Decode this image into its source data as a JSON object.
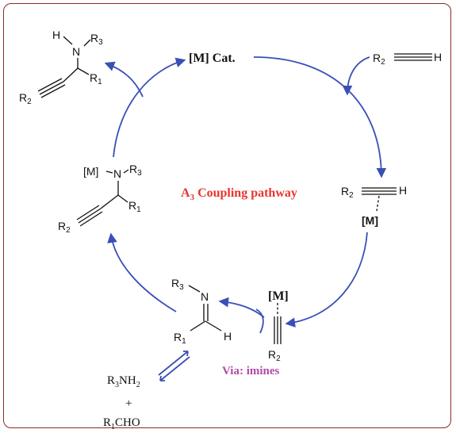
{
  "title": {
    "prefix": "A",
    "subscript": "3",
    "rest": " Coupling pathway",
    "color": "#e8352e"
  },
  "catalyst_label": "[M] Cat.",
  "via_label": "Via: imines",
  "via_color": "#b04ca6",
  "arrow_color": "#3a4fb5",
  "border_color": "#8b2a2a",
  "species": {
    "propargylamine": {
      "h": "H",
      "n": "N",
      "r3": "R",
      "r3_sub": "3",
      "r1": "R",
      "r1_sub": "1",
      "r2": "R",
      "r2_sub": "2"
    },
    "alkyne": {
      "r2": "R",
      "r2_sub": "2",
      "h": "H"
    },
    "pi_complex": {
      "r2": "R",
      "r2_sub": "2",
      "h": "H",
      "m": "[M]"
    },
    "acetylide": {
      "m": "[M]",
      "r2": "R",
      "r2_sub": "2"
    },
    "imine": {
      "r3": "R",
      "r3_sub": "3",
      "n": "N",
      "r1": "R",
      "r1_sub": "1",
      "h": "H"
    },
    "metal_amine": {
      "m": "[M]",
      "n": "N",
      "r3": "R",
      "r3_sub": "3",
      "r1": "R",
      "r1_sub": "1",
      "r2": "R",
      "r2_sub": "2"
    },
    "amine": {
      "r": "R",
      "r_sub": "3",
      "rest": "NH",
      "rest_sub": "2"
    },
    "plus": "+",
    "aldehyde": {
      "r": "R",
      "r_sub": "1",
      "rest": "CHO"
    }
  }
}
